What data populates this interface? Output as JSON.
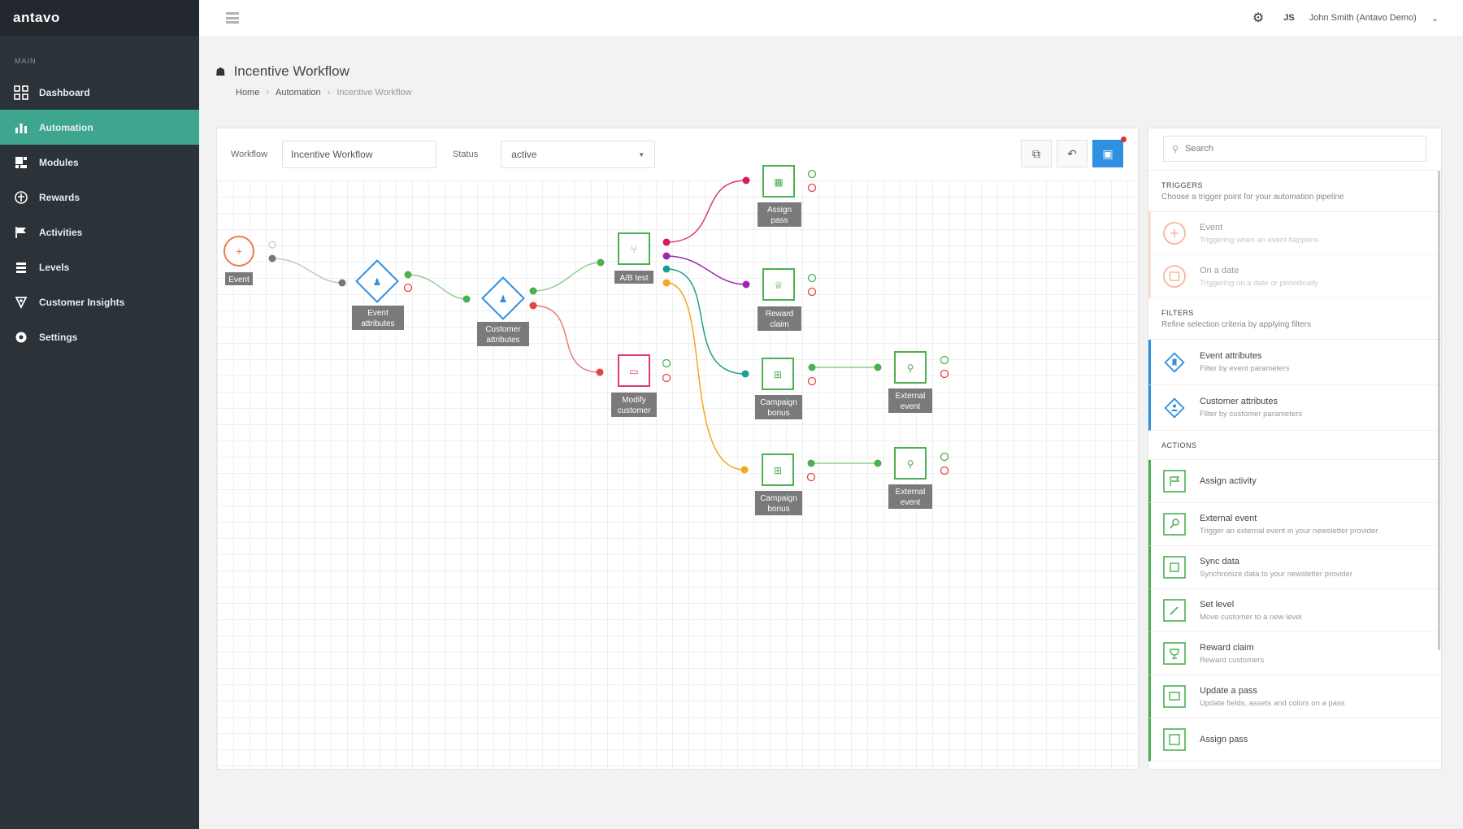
{
  "app": {
    "brand": "antavo"
  },
  "sidebar": {
    "section": "MAIN",
    "items": [
      {
        "label": "Dashboard",
        "icon": "dashboard-icon",
        "active": false
      },
      {
        "label": "Automation",
        "icon": "chart-icon",
        "active": true
      },
      {
        "label": "Modules",
        "icon": "modules-icon",
        "active": false
      },
      {
        "label": "Rewards",
        "icon": "gift-icon",
        "active": false
      },
      {
        "label": "Activities",
        "icon": "flag-icon",
        "active": false
      },
      {
        "label": "Levels",
        "icon": "levels-icon",
        "active": false
      },
      {
        "label": "Customer Insights",
        "icon": "insights-icon",
        "active": false
      },
      {
        "label": "Settings",
        "icon": "settings-icon",
        "active": false
      }
    ]
  },
  "topbar": {
    "user_initials": "JS",
    "user_name": "John Smith (Antavo Demo)"
  },
  "page": {
    "title": "Incentive Workflow",
    "breadcrumb": [
      "Home",
      "Automation",
      "Incentive Workflow"
    ]
  },
  "toolbar": {
    "workflow_label": "Workflow",
    "workflow_value": "Incentive Workflow",
    "status_label": "Status",
    "status_value": "active"
  },
  "flow": {
    "nodes": [
      {
        "label1": "Event",
        "label2": ""
      },
      {
        "label1": "Event",
        "label2": "attributes"
      },
      {
        "label1": "Customer",
        "label2": "attributes"
      },
      {
        "label1": "A/B test",
        "label2": ""
      },
      {
        "label1": "Modify",
        "label2": "customer"
      },
      {
        "label1": "Assign",
        "label2": "pass"
      },
      {
        "label1": "Reward",
        "label2": "claim"
      },
      {
        "label1": "Campaign",
        "label2": "bonus"
      },
      {
        "label1": "External",
        "label2": "event"
      },
      {
        "label1": "Campaign",
        "label2": "bonus"
      },
      {
        "label1": "External",
        "label2": "event"
      }
    ]
  },
  "colors": {
    "green": "#4caf50",
    "red": "#e04545",
    "orange": "#ef7a4d",
    "blue": "#2f8fe0",
    "magenta": "#d81b60",
    "purple": "#9c27b0",
    "teal": "#1e9e8c",
    "amber": "#f5a623",
    "pink": "#d93b6e"
  },
  "panel": {
    "search_placeholder": "Search",
    "triggers": {
      "title": "TRIGGERS",
      "desc": "Choose a trigger point for your automation pipeline",
      "items": [
        {
          "title": "Event",
          "desc": "Triggering when an event happens"
        },
        {
          "title": "On a date",
          "desc": "Triggering on a date or periodically"
        }
      ]
    },
    "filters": {
      "title": "FILTERS",
      "desc": "Refine selection criteria by applying filters",
      "items": [
        {
          "title": "Event attributes",
          "desc": "Filter by event parameters"
        },
        {
          "title": "Customer attributes",
          "desc": "Filter by customer parameters"
        }
      ]
    },
    "actions": {
      "title": "ACTIONS",
      "items": [
        {
          "title": "Assign activity",
          "desc": ""
        },
        {
          "title": "External event",
          "desc": "Trigger an external event in your newsletter provider"
        },
        {
          "title": "Sync data",
          "desc": "Synchronize data to your newsletter provider"
        },
        {
          "title": "Set level",
          "desc": "Move customer to a new level"
        },
        {
          "title": "Reward claim",
          "desc": "Reward customers"
        },
        {
          "title": "Update a pass",
          "desc": "Update fields, assets and colors on a pass"
        },
        {
          "title": "Assign pass",
          "desc": ""
        }
      ]
    }
  }
}
